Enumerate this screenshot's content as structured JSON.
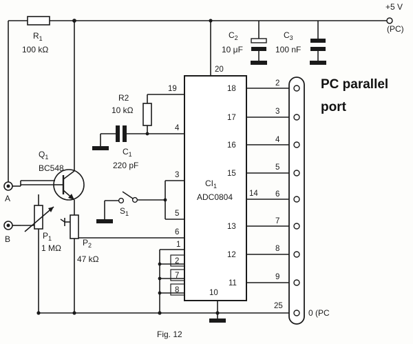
{
  "title_line1": "PC parallel",
  "title_line2": "port",
  "figure_caption": "Fig. 12",
  "supply_label": "+5 V",
  "supply_note": "(PC)",
  "ground_note": "0 (PC",
  "components": {
    "r1_name": "R",
    "r1_sub": "1",
    "r1_value": "100 kΩ",
    "r2_name": "R2",
    "r2_value": "10 kΩ",
    "c1_name": "C",
    "c1_sub": "1",
    "c1_value": "220 pF",
    "c2_name": "C",
    "c2_sub": "2",
    "c2_value": "10 μF",
    "c3_name": "C",
    "c3_sub": "3",
    "c3_value": "100 nF",
    "q1_name": "Q",
    "q1_sub": "1",
    "q1_value": "BC548",
    "p1_name": "P",
    "p1_sub": "1",
    "p1_value": "1 MΩ",
    "p2_name": "P",
    "p2_sub": "2",
    "p2_value": "47 kΩ",
    "s1_name": "S",
    "s1_sub": "1",
    "ic_name": "CI",
    "ic_sub": "1",
    "ic_part": "ADC0804"
  },
  "terminals": {
    "a": "A",
    "b": "B"
  },
  "ic_pins": {
    "left": [
      "19",
      "4",
      "3",
      "5",
      "6",
      "1",
      "2",
      "7",
      "8"
    ],
    "right": [
      "18",
      "17",
      "16",
      "15",
      "14",
      "13",
      "12",
      "11"
    ],
    "top": "20",
    "bottom": "10"
  },
  "port_pins": [
    "2",
    "3",
    "4",
    "5",
    "6",
    "7",
    "8",
    "9",
    "25"
  ]
}
